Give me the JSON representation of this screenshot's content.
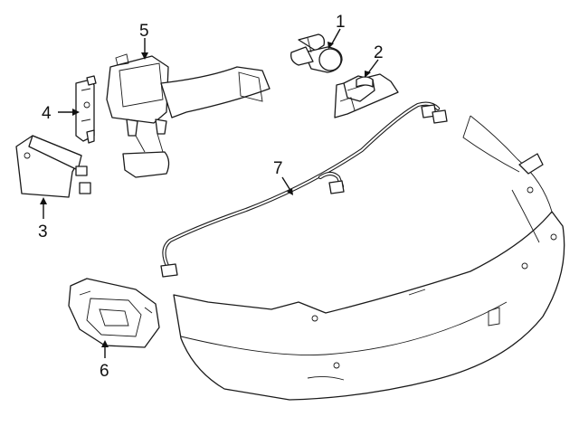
{
  "callouts": [
    {
      "id": "1",
      "label": "1"
    },
    {
      "id": "2",
      "label": "2"
    },
    {
      "id": "3",
      "label": "3"
    },
    {
      "id": "4",
      "label": "4"
    },
    {
      "id": "5",
      "label": "5"
    },
    {
      "id": "6",
      "label": "6"
    },
    {
      "id": "7",
      "label": "7"
    }
  ],
  "colors": {
    "line": "#1a1a1a",
    "fill": "#ffffff"
  }
}
